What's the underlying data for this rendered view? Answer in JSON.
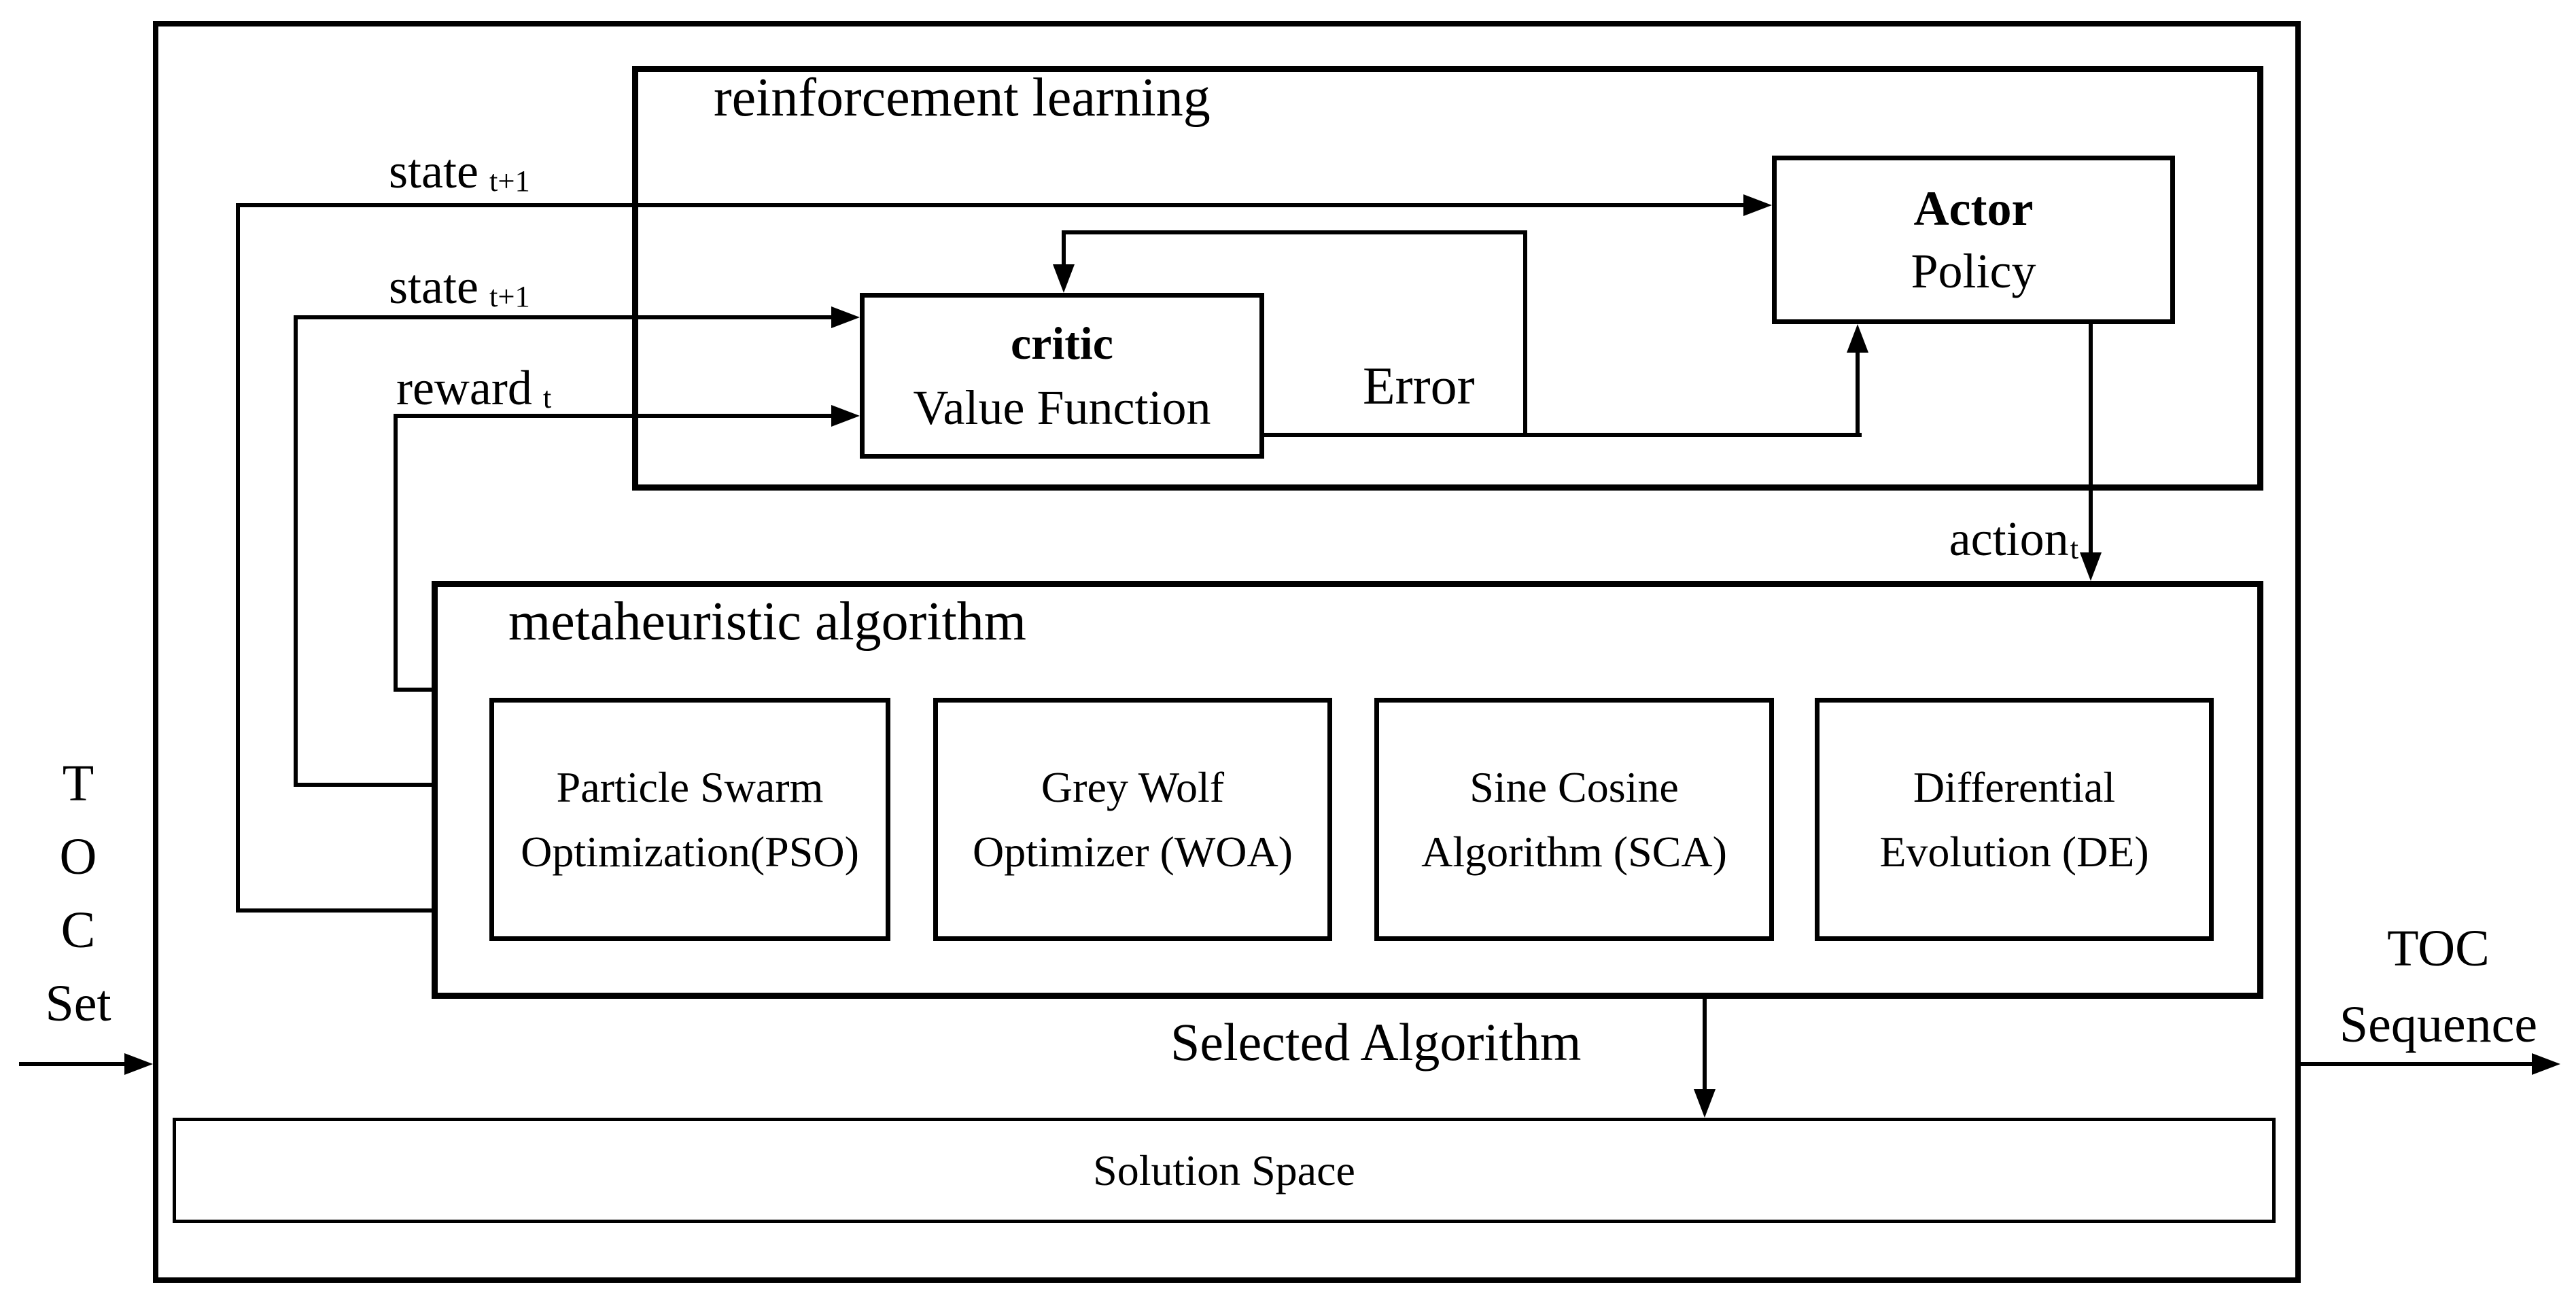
{
  "diagram": {
    "io": {
      "toc_set": {
        "letters": [
          "T",
          "O",
          "C"
        ],
        "word": "Set"
      },
      "toc_sequence": {
        "line1": "TOC",
        "line2": "Sequence"
      }
    },
    "rl": {
      "title": "reinforcement learning",
      "actor": {
        "line1": "Actor",
        "line2": "Policy"
      },
      "critic": {
        "line1": "critic",
        "line2": "Value Function"
      },
      "error_label": "Error"
    },
    "signals": {
      "state1": {
        "label": "state",
        "subscript": "t+1"
      },
      "state2": {
        "label": "state",
        "subscript": "t+1"
      },
      "reward": {
        "label": "reward",
        "subscript": "t"
      },
      "action": {
        "label": "action",
        "subscript": "t"
      }
    },
    "meta": {
      "title": "metaheuristic algorithm",
      "algorithms": [
        {
          "line1": "Particle Swarm",
          "line2": "Optimization(PSO)"
        },
        {
          "line1": "Grey Wolf",
          "line2": "Optimizer (WOA)"
        },
        {
          "line1": "Sine Cosine",
          "line2": "Algorithm (SCA)"
        },
        {
          "line1": "Differential",
          "line2": "Evolution (DE)"
        }
      ]
    },
    "selected_algorithm_label": "Selected Algorithm",
    "solution_space_label": "Solution Space"
  },
  "colors": {
    "ink": "#000000",
    "background": "#ffffff"
  }
}
